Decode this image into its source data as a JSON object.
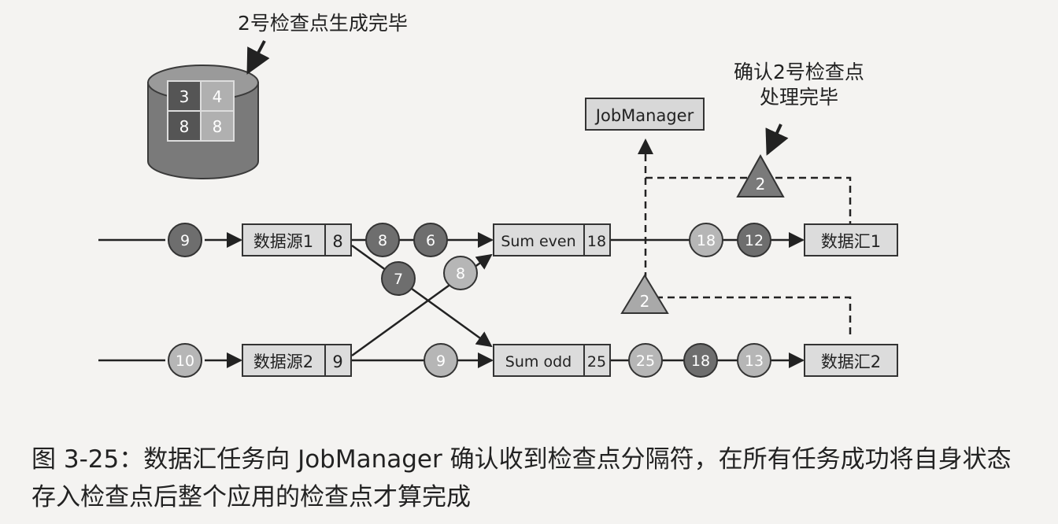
{
  "storage": {
    "label": "2号检查点生成完毕",
    "cells": [
      "3",
      "4",
      "8",
      "8"
    ]
  },
  "job_manager": {
    "label": "JobManager"
  },
  "confirm_note": {
    "line1": "确认2号检查点",
    "line2": "处理完毕"
  },
  "barrier_top": "2",
  "barrier_bottom": "2",
  "source1": {
    "name": "数据源1",
    "value": "8"
  },
  "source2": {
    "name": "数据源2",
    "value": "9"
  },
  "sum_even": {
    "name": "Sum even",
    "value": "18"
  },
  "sum_odd": {
    "name": "Sum odd",
    "value": "25"
  },
  "sink1": {
    "name": "数据汇1"
  },
  "sink2": {
    "name": "数据汇2"
  },
  "records": {
    "in1": "9",
    "in2": "10",
    "s1_a": "8",
    "s1_b": "6",
    "cross_7": "7",
    "cross_8": "8",
    "s2_9": "9",
    "even_18": "18",
    "even_12": "12",
    "odd_25": "25",
    "odd_18": "18",
    "odd_13": "13"
  },
  "colors": {
    "dark": "#6e6e6e",
    "light": "#b6b6b6",
    "box": "#dcdcdc"
  },
  "caption": {
    "line1": "图 3-25：数据汇任务向 JobManager 确认收到检查点分隔符，在所有任务成功将自身状态",
    "line2": "存入检查点后整个应用的检查点才算完成"
  }
}
